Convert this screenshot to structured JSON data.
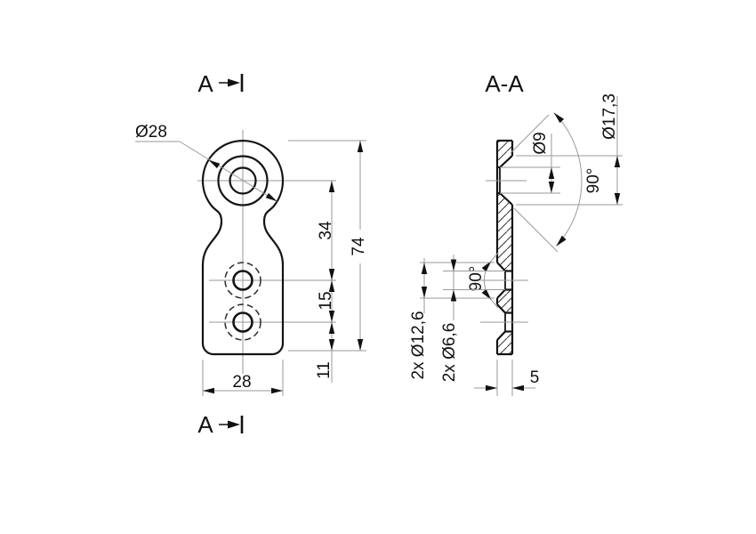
{
  "drawing": {
    "type": "2-view technical part drawing",
    "front_view": {
      "section_label_top": "A",
      "section_label_bottom": "A",
      "dim_head_diameter": "Ø28",
      "dim_hole_spacing_upper": "34",
      "dim_hole_spacing_lower": "15",
      "dim_bottom_offset": "11",
      "dim_total_height": "74",
      "dim_width": "28"
    },
    "section_view": {
      "title": "A-A",
      "dim_bore_top": "Ø9",
      "dim_countersink_top": "Ø17,3",
      "dim_angle_top": "90°",
      "dim_angle_bottom": "90°",
      "dim_countersink_bottom": "2x Ø12,6",
      "dim_bore_bottom": "2x Ø6,6",
      "dim_thickness": "5"
    },
    "colors": {
      "object_line": "#141414",
      "thin_line": "#9a9a9a",
      "text": "#111111",
      "background": "#ffffff"
    }
  }
}
